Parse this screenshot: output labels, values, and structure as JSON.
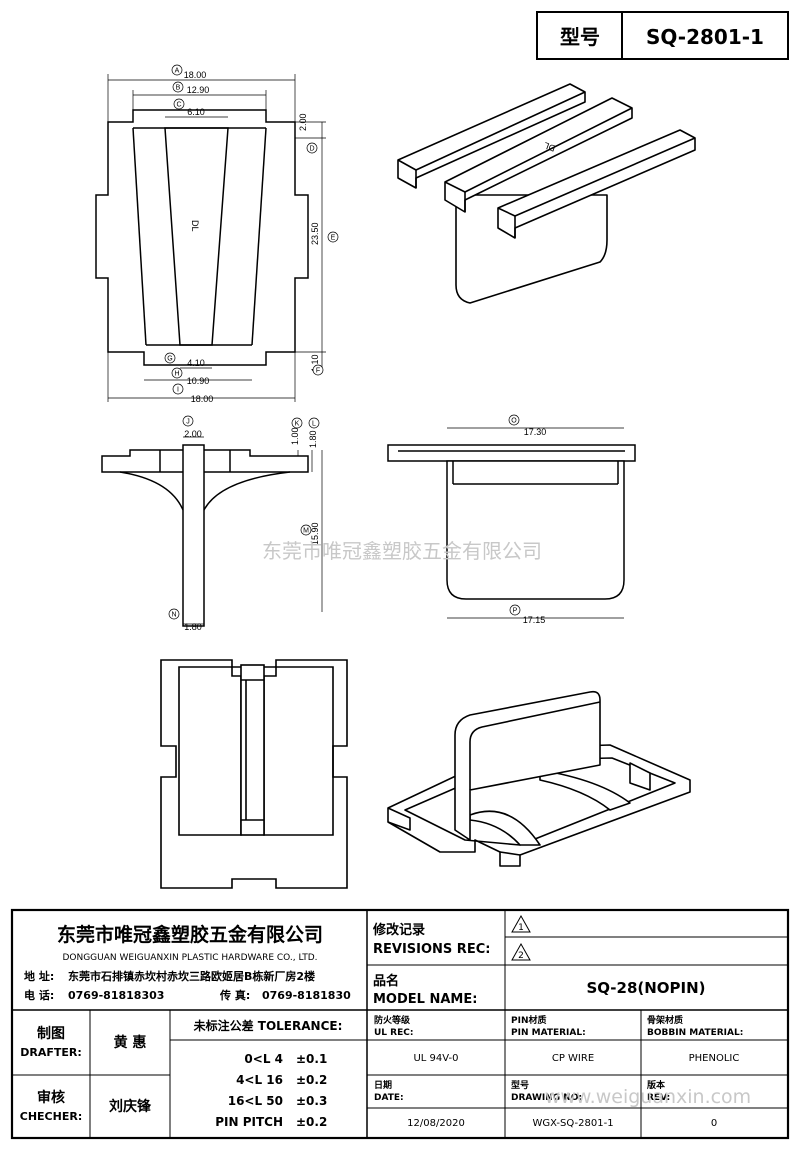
{
  "header": {
    "type_label": "型号",
    "part_no": "SQ-2801-1"
  },
  "drawing": {
    "marking": "DL",
    "top_view": {
      "dims": {
        "A": "18.00",
        "B": "12.90",
        "C": "6.10",
        "D": "2.00",
        "E": "23.50",
        "G": "4.10",
        "H": "10.90",
        "I": "18.00",
        "F": "1.10"
      },
      "bubbles": [
        "A",
        "B",
        "C",
        "D",
        "E",
        "F",
        "G",
        "H",
        "I"
      ]
    },
    "front_view": {
      "dims": {
        "J": "2.00",
        "K": "1.00",
        "L": "1.80",
        "M": "15.90",
        "N": "1.80"
      },
      "bubbles": [
        "J",
        "K",
        "L",
        "M",
        "N"
      ]
    },
    "side_view": {
      "dims": {
        "O": "17.30",
        "P": "17.15"
      },
      "bubbles": [
        "O",
        "P"
      ]
    }
  },
  "watermark": "东莞市唯冠鑫塑胶五金有限公司",
  "title_block": {
    "company_cn": "东莞市唯冠鑫塑胶五金有限公司",
    "company_en": "DONGGUAN WEIGUANXIN PLASTIC HARDWARE CO., LTD.",
    "address_label": "地  址:",
    "address": "东莞市石排镇赤坎村赤坎三路欧姬居B栋新厂房2楼",
    "phone_label": "电  话:",
    "phone": "0769-81818303",
    "fax_label": "传  真:",
    "fax": "0769-8181830",
    "revisions_cn": "修改记录",
    "revisions_en": "REVISIONS REC:",
    "rev_marks": [
      "1",
      "2"
    ],
    "model_cn": "品名",
    "model_en": "MODEL NAME:",
    "model_value": "SQ-28(NOPIN)",
    "drafter_cn": "制图",
    "drafter_en": "DRAFTER:",
    "drafter_name": "黄 惠",
    "checker_cn": "审核",
    "checker_en": "CHECHER:",
    "checker_name": "刘庆锋",
    "tolerance_title": "未标注公差 TOLERANCE:",
    "tolerances": [
      {
        "range": "0<L  4",
        "value": "±0.1"
      },
      {
        "range": "4<L  16",
        "value": "±0.2"
      },
      {
        "range": "16<L  50",
        "value": "±0.3"
      },
      {
        "range": "PIN PITCH",
        "value": "±0.2"
      }
    ],
    "ul_cn": "防火等级",
    "ul_en": "UL REC:",
    "ul_value": "UL 94V-0",
    "pin_cn": "PIN材质",
    "pin_en": "PIN MATERIAL:",
    "pin_value": "CP WIRE",
    "bobbin_cn": "骨架材质",
    "bobbin_en": "BOBBIN MATERIAL:",
    "bobbin_value": "PHENOLIC",
    "date_cn": "日期",
    "date_en": "DATE:",
    "date_value": "12/08/2020",
    "drawing_cn": "型号",
    "drawing_en": "DRAWING NO:",
    "drawing_value": "WGX-SQ-2801-1",
    "rev_cn": "版本",
    "rev_en": "REV:",
    "rev_value": "0",
    "website": "www.weiguanxin.com"
  }
}
